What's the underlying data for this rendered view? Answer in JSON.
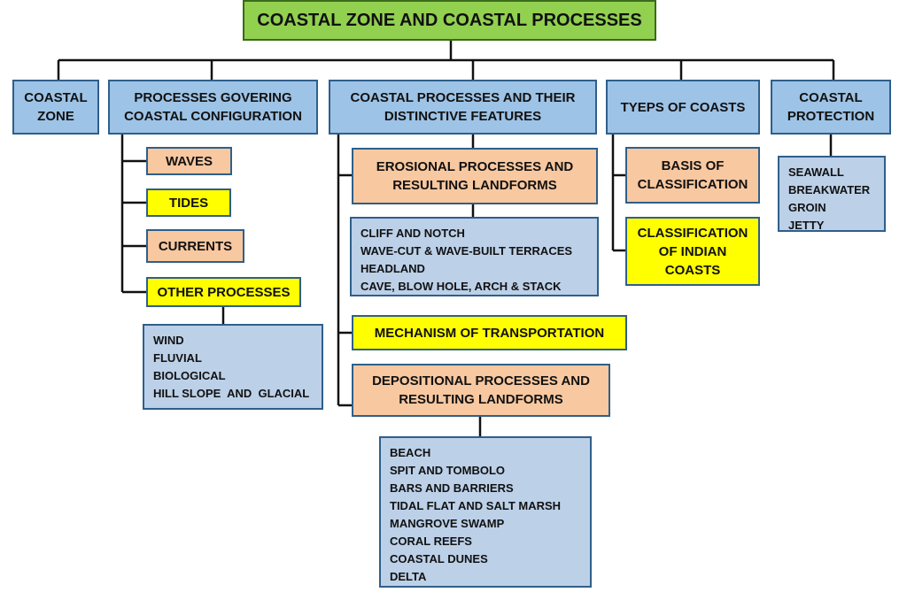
{
  "title": "COASTAL ZONE AND COASTAL PROCESSES",
  "branches": {
    "coastal_zone": "COASTAL ZONE",
    "processes_governing": "PROCESSES GOVERING COASTAL CONFIGURATION",
    "distinctive_features": "COASTAL PROCESSES AND THEIR DISTINCTIVE FEATURES",
    "types_of_coasts": "TYEPS OF COASTS",
    "coastal_protection": "COASTAL PROTECTION"
  },
  "processes_governing": {
    "waves": "WAVES",
    "tides": "TIDES",
    "currents": "CURRENTS",
    "other_processes": "OTHER PROCESSES",
    "other_items": [
      "WIND",
      "FLUVIAL",
      "BIOLOGICAL",
      "HILL SLOPE  AND  GLACIAL"
    ]
  },
  "distinctive_features": {
    "erosional": "EROSIONAL PROCESSES  AND RESULTING LANDFORMS",
    "erosional_items": [
      "CLIFF AND NOTCH",
      "WAVE-CUT & WAVE-BUILT TERRACES",
      "HEADLAND",
      "CAVE, BLOW HOLE, ARCH & STACK"
    ],
    "transportation": "MECHANISM OF TRANSPORTATION",
    "depositional": "DEPOSITIONAL PROCESSES AND RESULTING LANDFORMS",
    "depositional_items": [
      "BEACH",
      "SPIT AND TOMBOLO",
      "BARS AND BARRIERS",
      "TIDAL FLAT AND SALT MARSH",
      "MANGROVE SWAMP",
      "CORAL REEFS",
      "COASTAL DUNES",
      "DELTA"
    ]
  },
  "types_of_coasts": {
    "basis": "BASIS OF CLASSIFICATION",
    "indian": "CLASSIFICATION OF INDIAN COASTS"
  },
  "coastal_protection": {
    "items": [
      "SEAWALL",
      "BREAKWATER",
      "GROIN",
      "JETTY"
    ]
  }
}
